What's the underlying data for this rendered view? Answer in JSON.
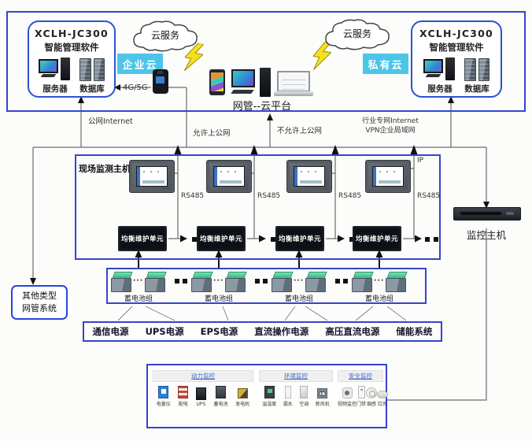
{
  "top": {
    "left_system": {
      "title": "XCLH-JC300",
      "subtitle": "智能管理软件",
      "server_label": "服务器",
      "database_label": "数据库"
    },
    "right_system": {
      "title": "XCLH-JC300",
      "subtitle": "智能管理软件",
      "server_label": "服务器",
      "database_label": "数据库"
    },
    "left_cloud_label": "云服务",
    "right_cloud_label": "云服务",
    "enterprise_cloud_label": "企业云",
    "private_cloud_label": "私有云",
    "gateway_label": "4G/5G",
    "platform_label": "网管--云平台"
  },
  "links": {
    "public_internet": "公网Internet",
    "allow_public": "允许上公网",
    "deny_public": "不允许上公网",
    "industry_line1": "行业专网Internet",
    "industry_line2": "VPN企业局域网"
  },
  "field": {
    "host_label": "现场监测主机",
    "ip_label": "IP",
    "rs485_labels": [
      "RS485",
      "RS485",
      "RS485",
      "RS485"
    ],
    "balance_units": [
      "均衡维护单元",
      "均衡维护单元",
      "均衡维护单元",
      "均衡维护单元"
    ],
    "monitor_host_label": "监控主机"
  },
  "other_nms": {
    "line1": "其他类型",
    "line2": "网管系统"
  },
  "battery": {
    "groups": [
      "蓄电池组",
      "蓄电池组",
      "蓄电池组",
      "蓄电池组"
    ],
    "ellipsis": "···"
  },
  "power": {
    "items": [
      "通信电源",
      "UPS电源",
      "EPS电源",
      "直流操作电源",
      "高压直流电源",
      "储能系统"
    ]
  },
  "monitoring": {
    "panels": [
      {
        "title": "动力监控",
        "items": [
          "电量仪",
          "配电",
          "UPS",
          "蓄电池",
          "发电机"
        ]
      },
      {
        "title": "环境监控",
        "items": [
          "温湿度",
          "漏水",
          "空调",
          "新风机"
        ]
      },
      {
        "title": "安全监控",
        "items": [
          "视频监控",
          "门禁",
          "烟感",
          "红外"
        ]
      }
    ]
  },
  "colors": {
    "box_border_blue": "#3544cf",
    "rounded_box_blue": "#2a52d8",
    "cloud_tag_cyan": "#4dc5e8",
    "unit_black": "#0d1117",
    "battery_green": "#4fd19a",
    "lightning_yellow": "#f4e01c",
    "wire_gray": "#6b6b6b"
  }
}
